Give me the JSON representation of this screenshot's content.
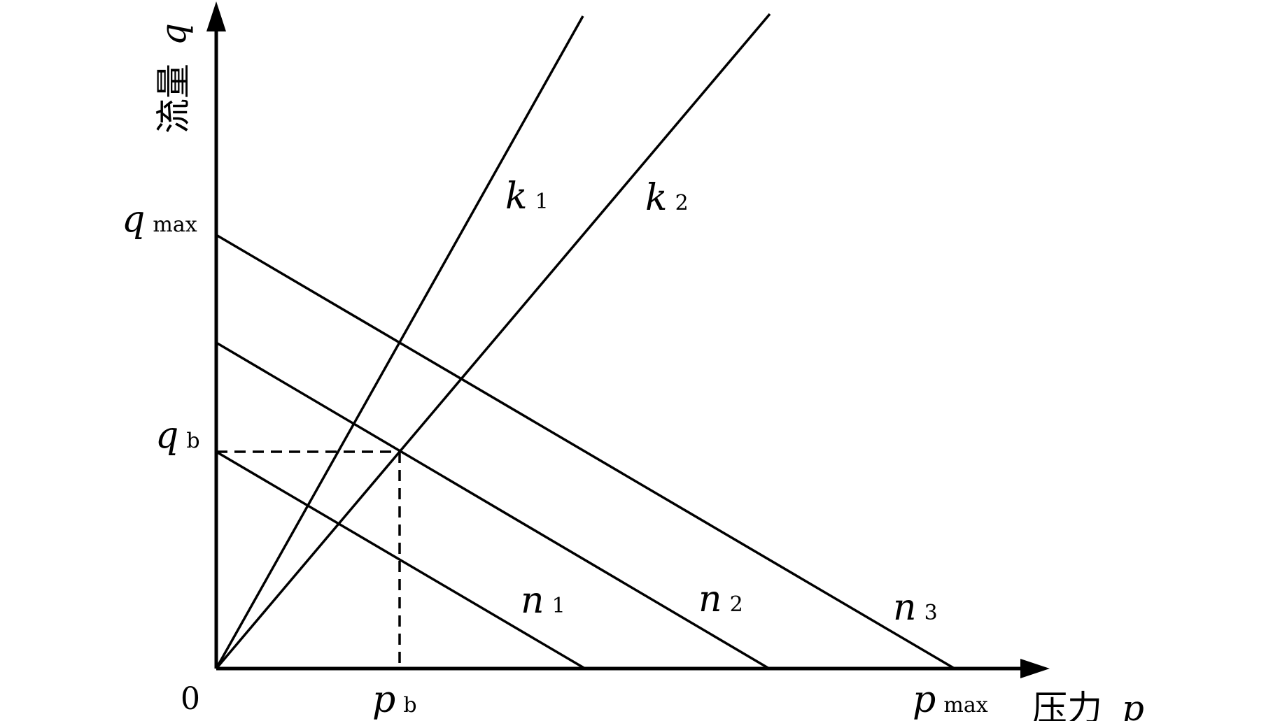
{
  "labels": {
    "y_axis_title": "流量",
    "y_axis_symbol": "q",
    "x_axis_title": "压力",
    "x_axis_symbol": "p",
    "origin": "0",
    "q_max_symbol": "q",
    "q_max_sub": "max",
    "q_b_symbol": "q",
    "q_b_sub": "b",
    "p_b_symbol": "p",
    "p_b_sub": "b",
    "p_max_symbol": "p",
    "p_max_sub": "max"
  },
  "lines": {
    "k1": {
      "symbol": "k",
      "sub": "1"
    },
    "k2": {
      "symbol": "k",
      "sub": "2"
    },
    "n1": {
      "symbol": "n",
      "sub": "1"
    },
    "n2": {
      "symbol": "n",
      "sub": "2"
    },
    "n3": {
      "symbol": "n",
      "sub": "3"
    }
  }
}
